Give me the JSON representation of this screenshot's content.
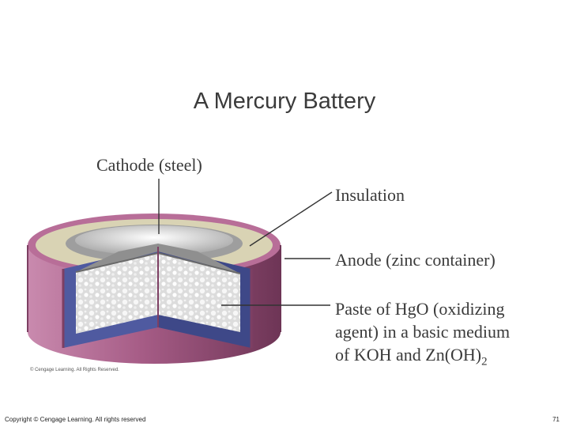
{
  "slide": {
    "title": "A Mercury Battery",
    "credit_small": "© Cengage Learning. All Rights Reserved.",
    "footer_left": "Copyright © Cengage Learning. All rights reserved",
    "page_number": "71"
  },
  "labels": {
    "cathode": "Cathode (steel)",
    "insulation": "Insulation",
    "anode": "Anode (zinc container)",
    "paste_line1": "Paste of HgO (oxidizing",
    "paste_line2": "agent) in a basic medium",
    "paste_line3_main": "of KOH and Zn(OH)",
    "paste_line3_sub": "2"
  },
  "colors": {
    "casing": "#a65c86",
    "casing_dark": "#7d3f63",
    "insulation": "#d9d3b4",
    "zinc": "#4f5aa0",
    "paste": "#e9e9e9",
    "steel": "#b9b9b9"
  }
}
